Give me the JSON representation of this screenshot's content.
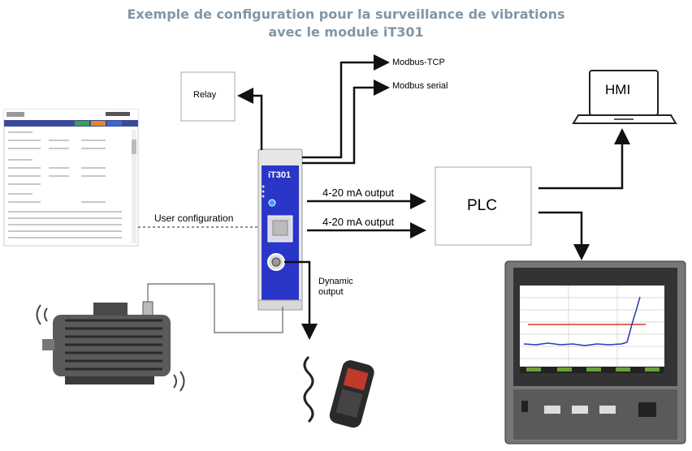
{
  "title": {
    "line1": "Exemple de configuration pour la surveillance de vibrations",
    "line2": "avec le module iT301"
  },
  "labels": {
    "modbus_tcp": "Modbus-TCP",
    "modbus_serial": "Modbus serial",
    "relay": "Relay",
    "hmi": "HMI",
    "plc": "PLC",
    "module": "iT301",
    "output1": "4-20 mA output",
    "output2": "4-20 mA output",
    "user_config": "User configuration",
    "dynamic_output_1": "Dynamic",
    "dynamic_output_2": "output"
  },
  "colors": {
    "title": "#8096a8",
    "module_blue": "#2a36c8",
    "trend_red": "#d03a2a",
    "trend_blue": "#2a3ab0"
  }
}
